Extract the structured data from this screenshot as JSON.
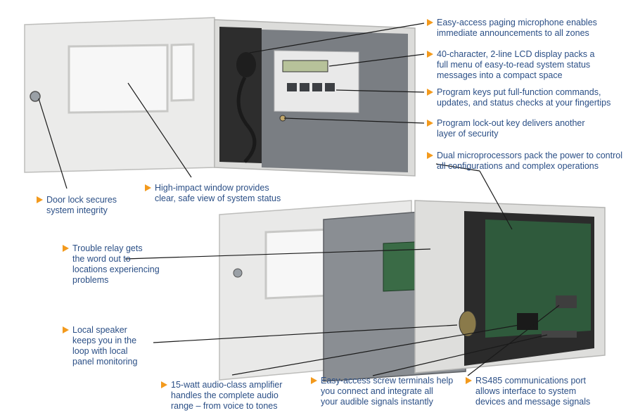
{
  "callouts": {
    "mic": [
      "Easy-access paging microphone enables",
      "immediate announcements to all zones"
    ],
    "lcd": [
      "40-character, 2-line LCD display packs a",
      "full menu of easy-to-read system status",
      "messages into a compact space"
    ],
    "keys": [
      "Program keys put full-function commands,",
      "updates, and status checks at your fingertips"
    ],
    "lock_key": [
      "Program lock-out key delivers another",
      "layer of security"
    ],
    "cpu": [
      "Dual microprocessors pack the power to control",
      "all configurations and complex operations"
    ],
    "door_lock": [
      "Door lock secures",
      "system integrity"
    ],
    "window": [
      "High-impact window provides",
      "clear, safe view of system status"
    ],
    "relay": [
      "Trouble relay gets",
      "the word out to",
      "locations experiencing",
      "problems"
    ],
    "speaker": [
      "Local speaker",
      "keeps you in the",
      "loop with local",
      "panel monitoring"
    ],
    "amp": [
      "15-watt audio-class amplifier",
      "handles the complete audio",
      "range – from voice to tones"
    ],
    "terminals": [
      "Easy-access screw terminals help",
      "you connect and integrate all",
      "your audible signals instantly"
    ],
    "rs485": [
      "RS485 communications port",
      "allows interface to system",
      "devices and message signals"
    ]
  },
  "colors": {
    "text": "#2b4f86",
    "arrow": "#f39a1d",
    "cabinet": "#e6e6e4",
    "panel": "#777b80",
    "board": "#2f5a3c"
  }
}
